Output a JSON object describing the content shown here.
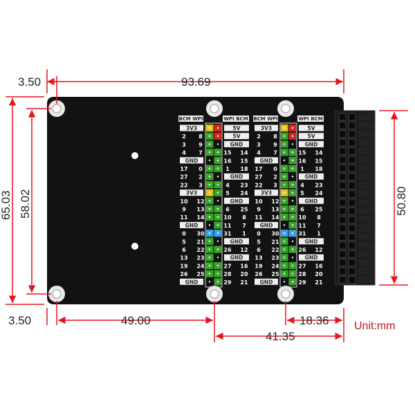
{
  "dimensions": {
    "top_offset": "3.50",
    "board_width": "93.69",
    "board_height": "65.03",
    "hole_spacing_vertical": "58.02",
    "header_length": "50.80",
    "bottom_offset": "3.50",
    "hole_to_middle": "49.00",
    "right_hole_to_header": "18.36",
    "middle_to_edge": "41.35",
    "unit": "Unit:mm"
  },
  "colors": {
    "dimension_line": "#e8141c",
    "board": "#111111",
    "pin_green": "#3aa52c",
    "pin_red": "#d7261e",
    "pin_yellow": "#e5c51b",
    "pin_blue": "#3aa3e8"
  },
  "pin_block": {
    "left_header": "BCM WPI",
    "right_header": "WPI BCM",
    "left": [
      [
        "3V3"
      ],
      [
        "2",
        "8"
      ],
      [
        "3",
        "9"
      ],
      [
        "4",
        "7"
      ],
      [
        "GND"
      ],
      [
        "17",
        "0"
      ],
      [
        "27",
        "2"
      ],
      [
        "22",
        "3"
      ],
      [
        "3V3"
      ],
      [
        "10",
        "12"
      ],
      [
        "9",
        "13"
      ],
      [
        "11",
        "14"
      ],
      [
        "GND"
      ],
      [
        "0",
        "30"
      ],
      [
        "5",
        "21"
      ],
      [
        "6",
        "22"
      ],
      [
        "13",
        "23"
      ],
      [
        "19",
        "24"
      ],
      [
        "26",
        "25"
      ],
      [
        "GND"
      ]
    ],
    "right": [
      [
        "5V"
      ],
      [
        "5V"
      ],
      [
        "GND"
      ],
      [
        "15",
        "14"
      ],
      [
        "16",
        "15"
      ],
      [
        "1",
        "18"
      ],
      [
        "GND"
      ],
      [
        "4",
        "23"
      ],
      [
        "5",
        "24"
      ],
      [
        "GND"
      ],
      [
        "6",
        "25"
      ],
      [
        "10",
        "8"
      ],
      [
        "11",
        "7"
      ],
      [
        "31",
        "1"
      ],
      [
        "GND"
      ],
      [
        "26",
        "12"
      ],
      [
        "GND"
      ],
      [
        "27",
        "16"
      ],
      [
        "28",
        "20"
      ],
      [
        "29",
        "21"
      ]
    ],
    "jumper_colors_left": [
      "yellow",
      "green",
      "green",
      "green",
      "black",
      "green",
      "green",
      "green",
      "yellow",
      "green",
      "green",
      "green",
      "black",
      "blue",
      "green",
      "green",
      "green",
      "green",
      "green",
      "black"
    ],
    "jumper_colors_right": [
      "red",
      "red",
      "black",
      "green",
      "green",
      "green",
      "black",
      "green",
      "green",
      "black",
      "green",
      "green",
      "green",
      "blue",
      "black",
      "green",
      "black",
      "green",
      "green",
      "green"
    ]
  }
}
